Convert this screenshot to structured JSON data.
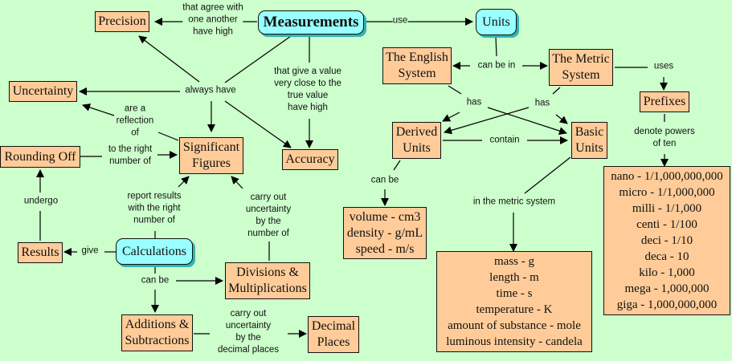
{
  "colors": {
    "background": "#ccffcc",
    "concept_fill": "#ffcc99",
    "hub_fill": "#99ffff",
    "hub_shadow": "#33b3b3"
  },
  "nodes": {
    "measurements": "Measurements",
    "units": "Units",
    "precision": "Precision",
    "uncertainty": "Uncertainty",
    "rounding_off": "Rounding Off",
    "significant_figures": [
      "Significant",
      "Figures"
    ],
    "accuracy": "Accuracy",
    "results": "Results",
    "calculations": "Calculations",
    "divisions": [
      "Divisions &",
      "Multiplications"
    ],
    "additions": [
      "Additions &",
      "Subtractions"
    ],
    "decimal_places": [
      "Decimal",
      "Places"
    ],
    "english_system": [
      "The English",
      "System"
    ],
    "metric_system": [
      "The Metric",
      "System"
    ],
    "prefixes": "Prefixes",
    "derived_units": [
      "Derived",
      "Units"
    ],
    "basic_units": [
      "Basic",
      "Units"
    ],
    "derived_examples": [
      "volume - cm3",
      "density - g/mL",
      "speed - m/s"
    ],
    "basic_examples": [
      "mass - g",
      "length - m",
      "time - s",
      "temperature - K",
      "amount of substance - mole",
      "luminous intensity - candela"
    ],
    "prefix_list": [
      "nano - 1/1,000,000,000",
      "micro - 1/1,000,000",
      "milli - 1/1,000",
      "centi - 1/100",
      "deci - 1/10",
      "deca - 10",
      "kilo - 1,000",
      "mega - 1,000,000",
      "giga - 1,000,000,000"
    ]
  },
  "links": {
    "agree": [
      "that agree with",
      "one another",
      "have high"
    ],
    "use": "use",
    "always_have": "always have",
    "close_value": [
      "that give a value",
      "very close to the",
      "true value",
      "have high"
    ],
    "reflection": [
      "are a",
      "reflection",
      "of"
    ],
    "right_number": [
      "to the right",
      "number of"
    ],
    "undergo": "undergo",
    "report": [
      "report results",
      "with the right",
      "number of"
    ],
    "carry_number": [
      "carry out",
      "uncertainty",
      "by the",
      "number of"
    ],
    "give": "give",
    "can_be_calc": "can be",
    "carry_decimal": [
      "carry out",
      "uncertainty",
      "by the",
      "decimal places"
    ],
    "can_be_in": "can be in",
    "uses": "uses",
    "has_english": "has",
    "has_metric": "has",
    "contain": "contain",
    "can_be_derived": "can be",
    "in_metric": "in the metric system",
    "denote": [
      "denote powers",
      "of ten"
    ]
  }
}
